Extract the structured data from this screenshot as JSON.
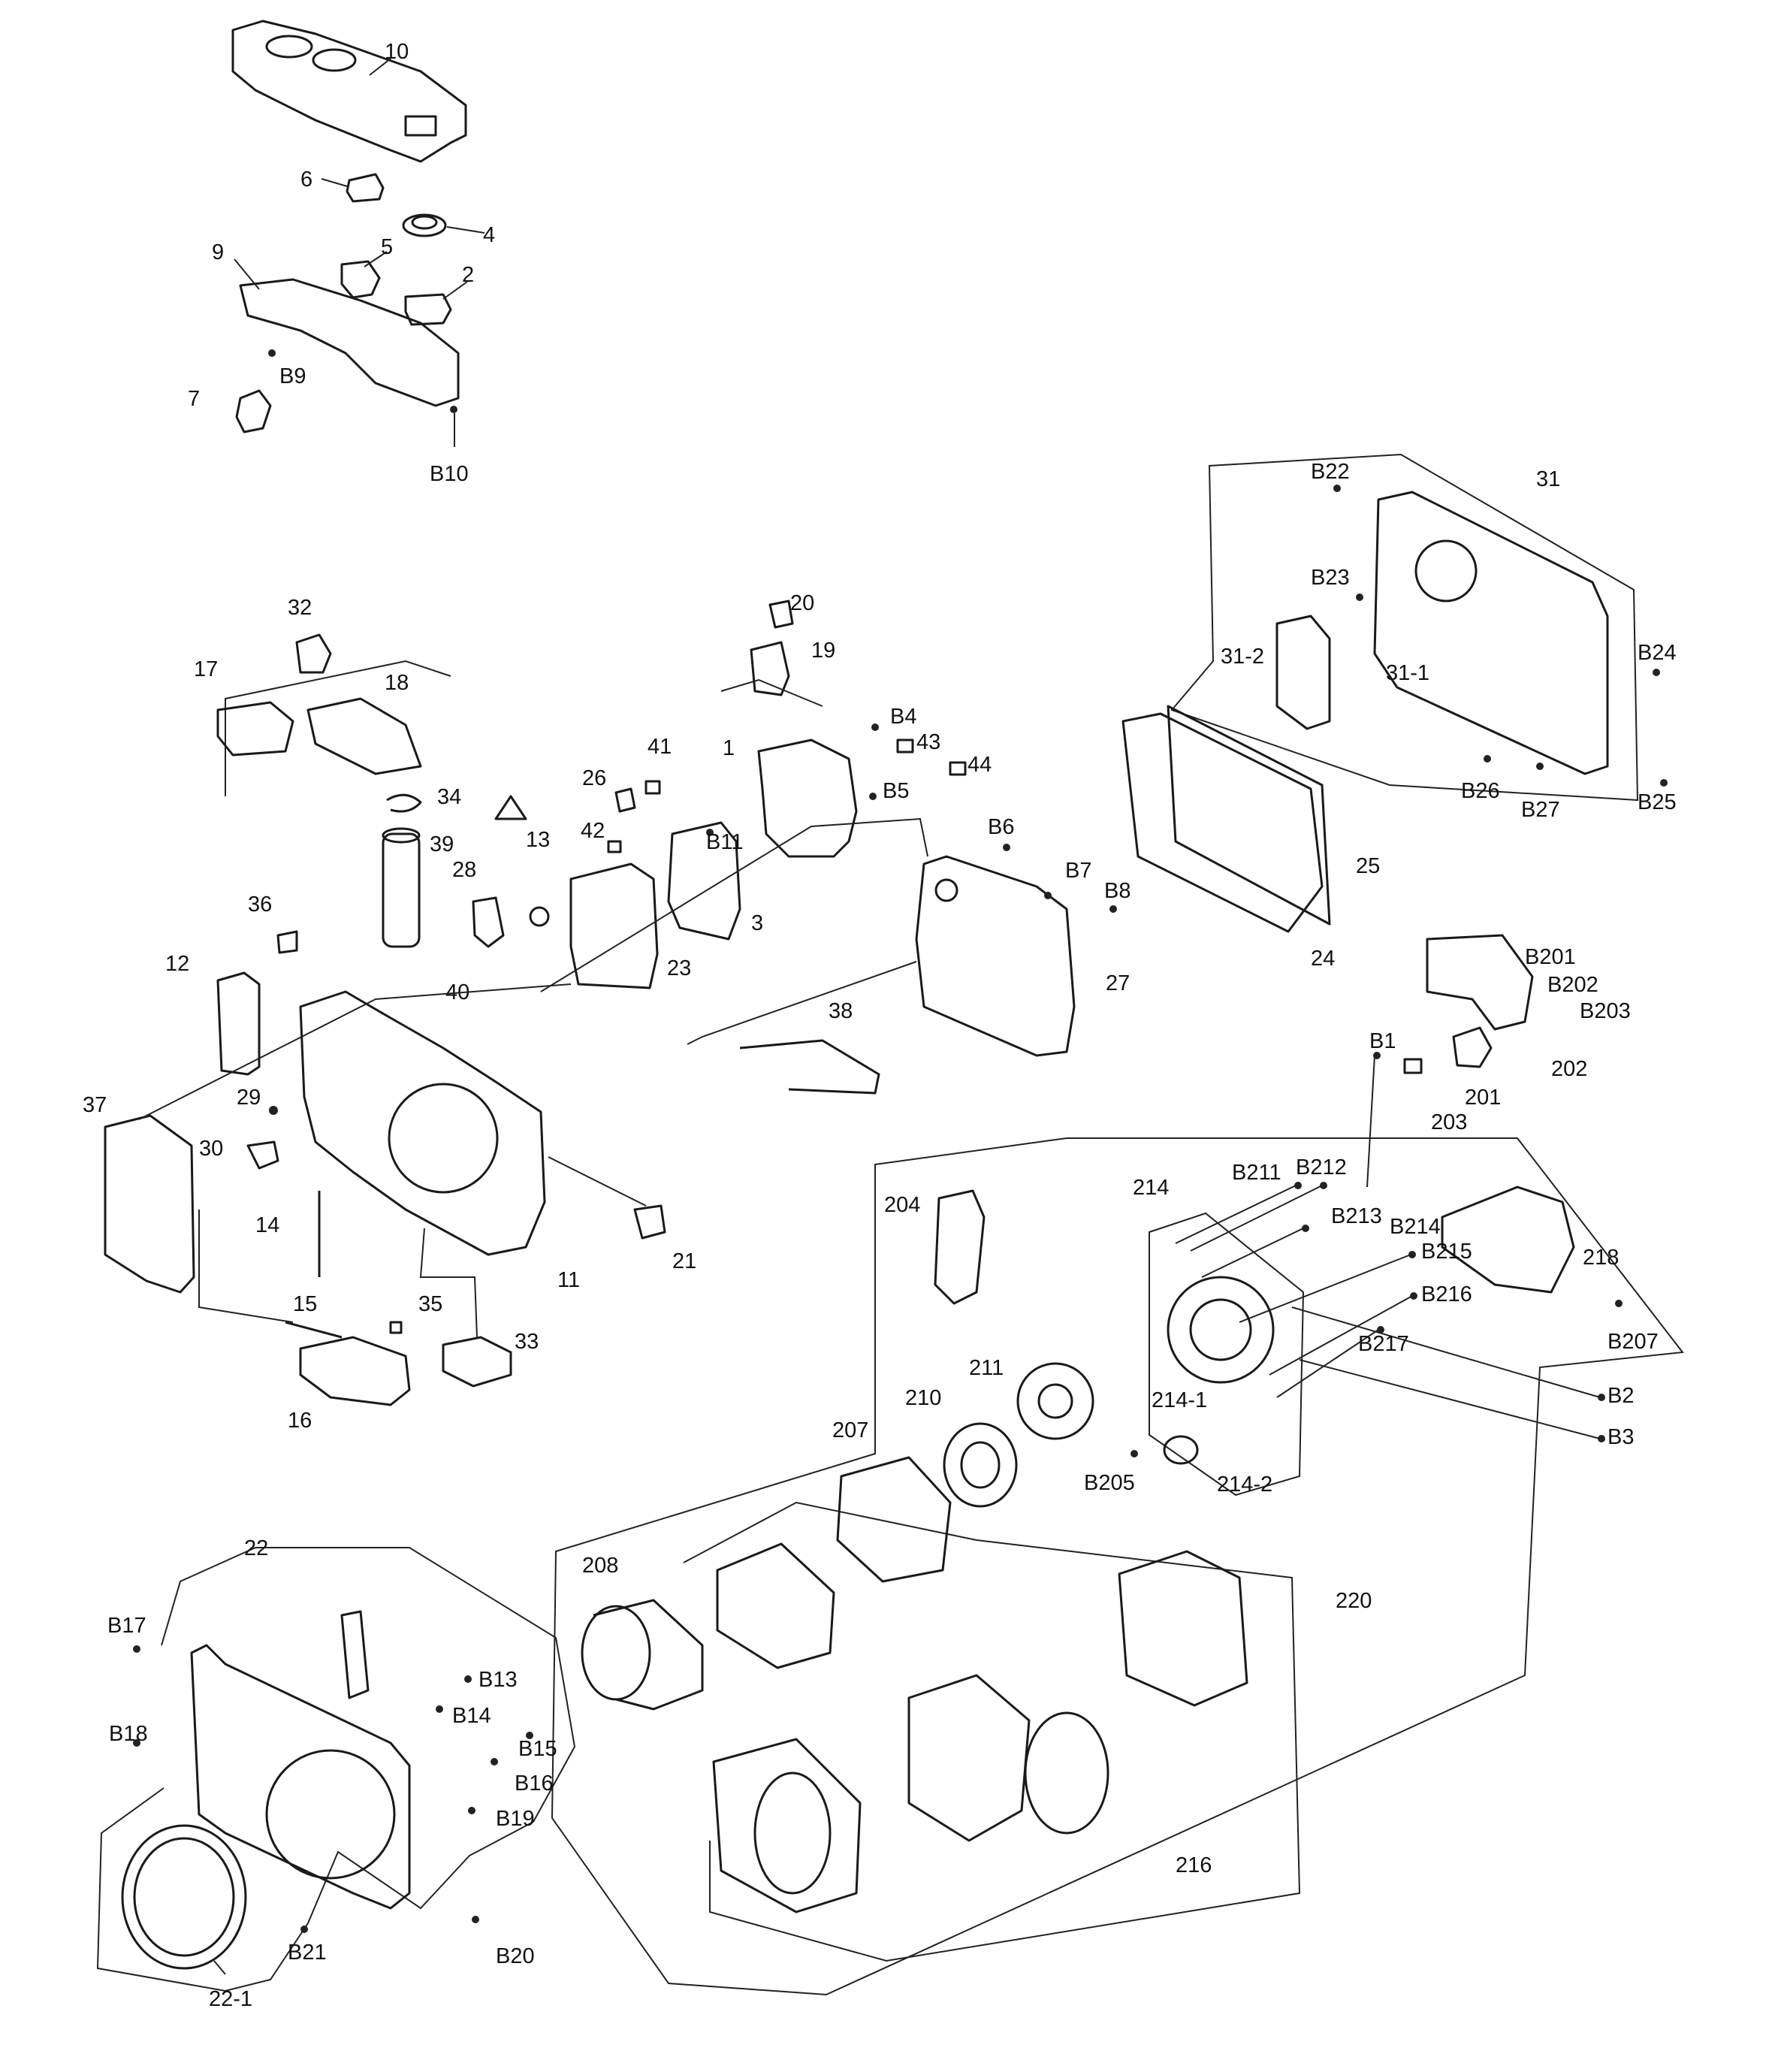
{
  "diagram": {
    "kind": "exploded-parts-view",
    "accent_color": "#1a1a1a",
    "background_color": "#ffffff",
    "labels": {
      "p10": "10",
      "p6": "6",
      "p4": "4",
      "p9": "9",
      "p5": "5",
      "p2": "2",
      "pB9": "B9",
      "p7": "7",
      "pB10": "B10",
      "pB22": "B22",
      "p31": "31",
      "pB23": "B23",
      "p31_2": "31-2",
      "pB24": "B24",
      "p31_1": "31-1",
      "pB26": "B26",
      "pB27": "B27",
      "pB25": "B25",
      "p32": "32",
      "p17": "17",
      "p18": "18",
      "p20": "20",
      "p19": "19",
      "pB4": "B4",
      "p41": "41",
      "p43": "43",
      "p44": "44",
      "p1": "1",
      "p26": "26",
      "pB5": "B5",
      "p34": "34",
      "p13": "13",
      "p42": "42",
      "pB11": "B11",
      "p39": "39",
      "pB6": "B6",
      "p25": "25",
      "p28": "28",
      "p3": "3",
      "pB7": "B7",
      "pB8": "B8",
      "p36": "36",
      "p23": "23",
      "p24": "24",
      "p12": "12",
      "p40": "40",
      "p27": "27",
      "p38": "38",
      "pB201": "B201",
      "pB202": "B202",
      "pB203": "B203",
      "p37": "37",
      "pB1": "B1",
      "p202": "202",
      "p201": "201",
      "p29": "29",
      "p203": "203",
      "p30": "30",
      "p214": "214",
      "pB211": "B211",
      "pB212": "B212",
      "pB213": "B213",
      "p204": "204",
      "pB214": "B214",
      "pB215": "B215",
      "p218": "218",
      "p14": "14",
      "p21": "21",
      "p11": "11",
      "pB216": "B216",
      "p15": "15",
      "p35": "35",
      "p33": "33",
      "pB217": "B217",
      "pB207": "B207",
      "p211": "211",
      "pB2": "B2",
      "p16": "16",
      "p210": "210",
      "p214_1": "214-1",
      "p207": "207",
      "pB3": "B3",
      "pB205": "B205",
      "p214_2": "214-2",
      "p22": "22",
      "p208": "208",
      "p220": "220",
      "pB17": "B17",
      "pB13": "B13",
      "pB14": "B14",
      "pB18": "B18",
      "pB15": "B15",
      "pB16": "B16",
      "pB19": "B19",
      "pB21": "B21",
      "pB20": "B20",
      "p216": "216",
      "p22_1": "22-1"
    }
  }
}
